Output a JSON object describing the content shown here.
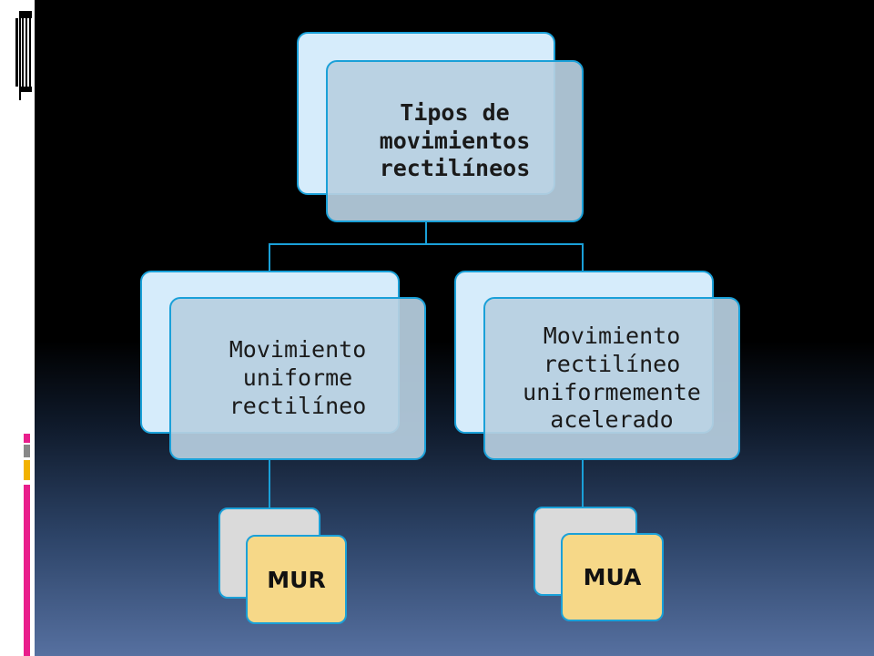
{
  "diagram": {
    "root": {
      "label": "Tipos de movimientos rectilíneos"
    },
    "branches": [
      {
        "label": "Movimiento uniforme rectilíneo",
        "leaf": "MUR"
      },
      {
        "label": "Movimiento rectilíneo uniformemente acelerado",
        "leaf": "MUA"
      }
    ]
  },
  "colors": {
    "accent_border": "#1aa0d8",
    "card_fill": "#b7cfe1",
    "card_back_fill": "#d6ecfb",
    "leaf_fill": "#f6d888",
    "leaf_back_fill": "#dadada",
    "decor_bars": [
      "#e91e8c",
      "#888888",
      "#f2b200",
      "#e91e8c"
    ]
  }
}
